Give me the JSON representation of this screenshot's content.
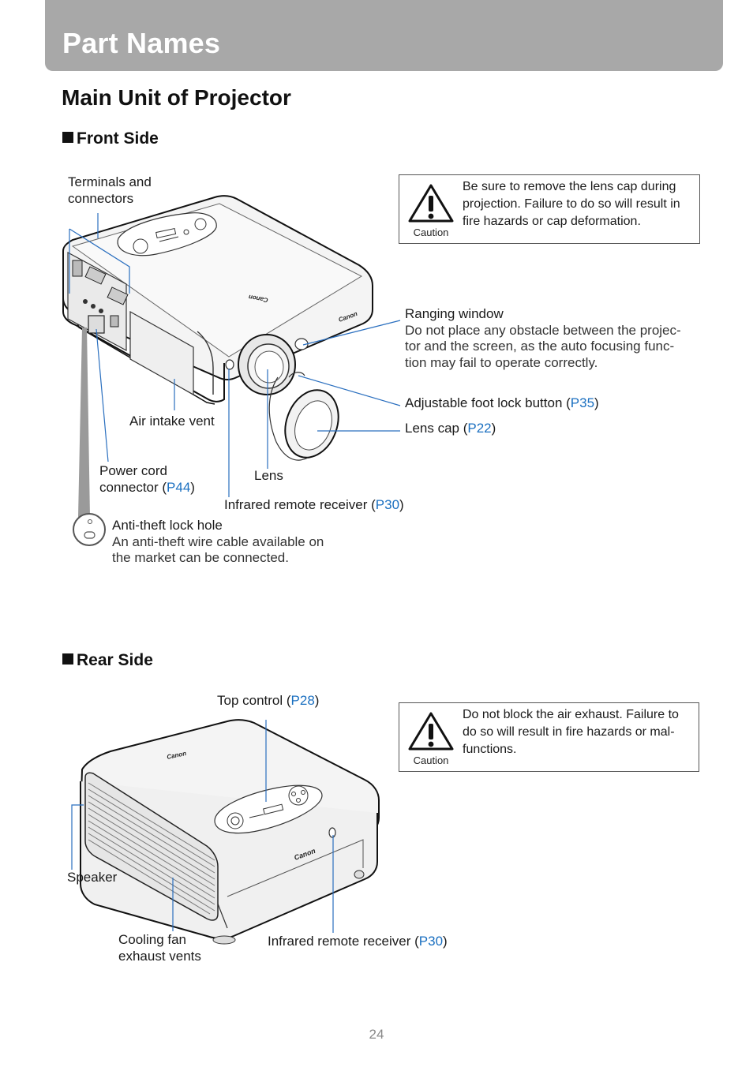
{
  "header": {
    "title": "Part Names"
  },
  "section": {
    "title": "Main Unit of Projector"
  },
  "front": {
    "title": "Front Side",
    "caution": {
      "word": "Caution",
      "text": "Be sure to remove the lens cap during projection. Failure to do so will result in fire hazards or cap deformation."
    },
    "labels": {
      "terminals_1": "Terminals and",
      "terminals_2": "connectors",
      "ranging_title": "Ranging window",
      "ranging_desc_1": "Do not place any obstacle between the projec-",
      "ranging_desc_2": "tor and the screen, as the auto focusing func-",
      "ranging_desc_3": "tion may fail to operate correctly.",
      "foot_lock": "Adjustable foot lock button (",
      "foot_lock_ref": "P35",
      "lens_cap": "Lens cap (",
      "lens_cap_ref": "P22",
      "air_intake": "Air intake vent",
      "power_1": "Power cord",
      "power_2": "connector (",
      "power_ref": "P44",
      "lens": "Lens",
      "infrared": "Infrared remote receiver (",
      "infrared_ref": "P30",
      "antitheft_title": "Anti-theft lock hole",
      "antitheft_desc_1": "An anti-theft wire cable available on",
      "antitheft_desc_2": "the market can be connected.",
      "close_paren": ")"
    },
    "logos": [
      "Canon",
      "Canon"
    ]
  },
  "rear": {
    "title": "Rear Side",
    "caution": {
      "word": "Caution",
      "text": "Do not block the air exhaust. Failure to do so will result in fire hazards or mal-functions."
    },
    "labels": {
      "top_control": "Top control (",
      "top_control_ref": "P28",
      "speaker": "Speaker",
      "cooling_1": "Cooling fan",
      "cooling_2": "exhaust vents",
      "infrared": "Infrared remote receiver (",
      "infrared_ref": "P30",
      "close_paren": ")"
    },
    "logos": [
      "Canon",
      "Canon"
    ]
  },
  "footer": {
    "page_number": "24"
  }
}
